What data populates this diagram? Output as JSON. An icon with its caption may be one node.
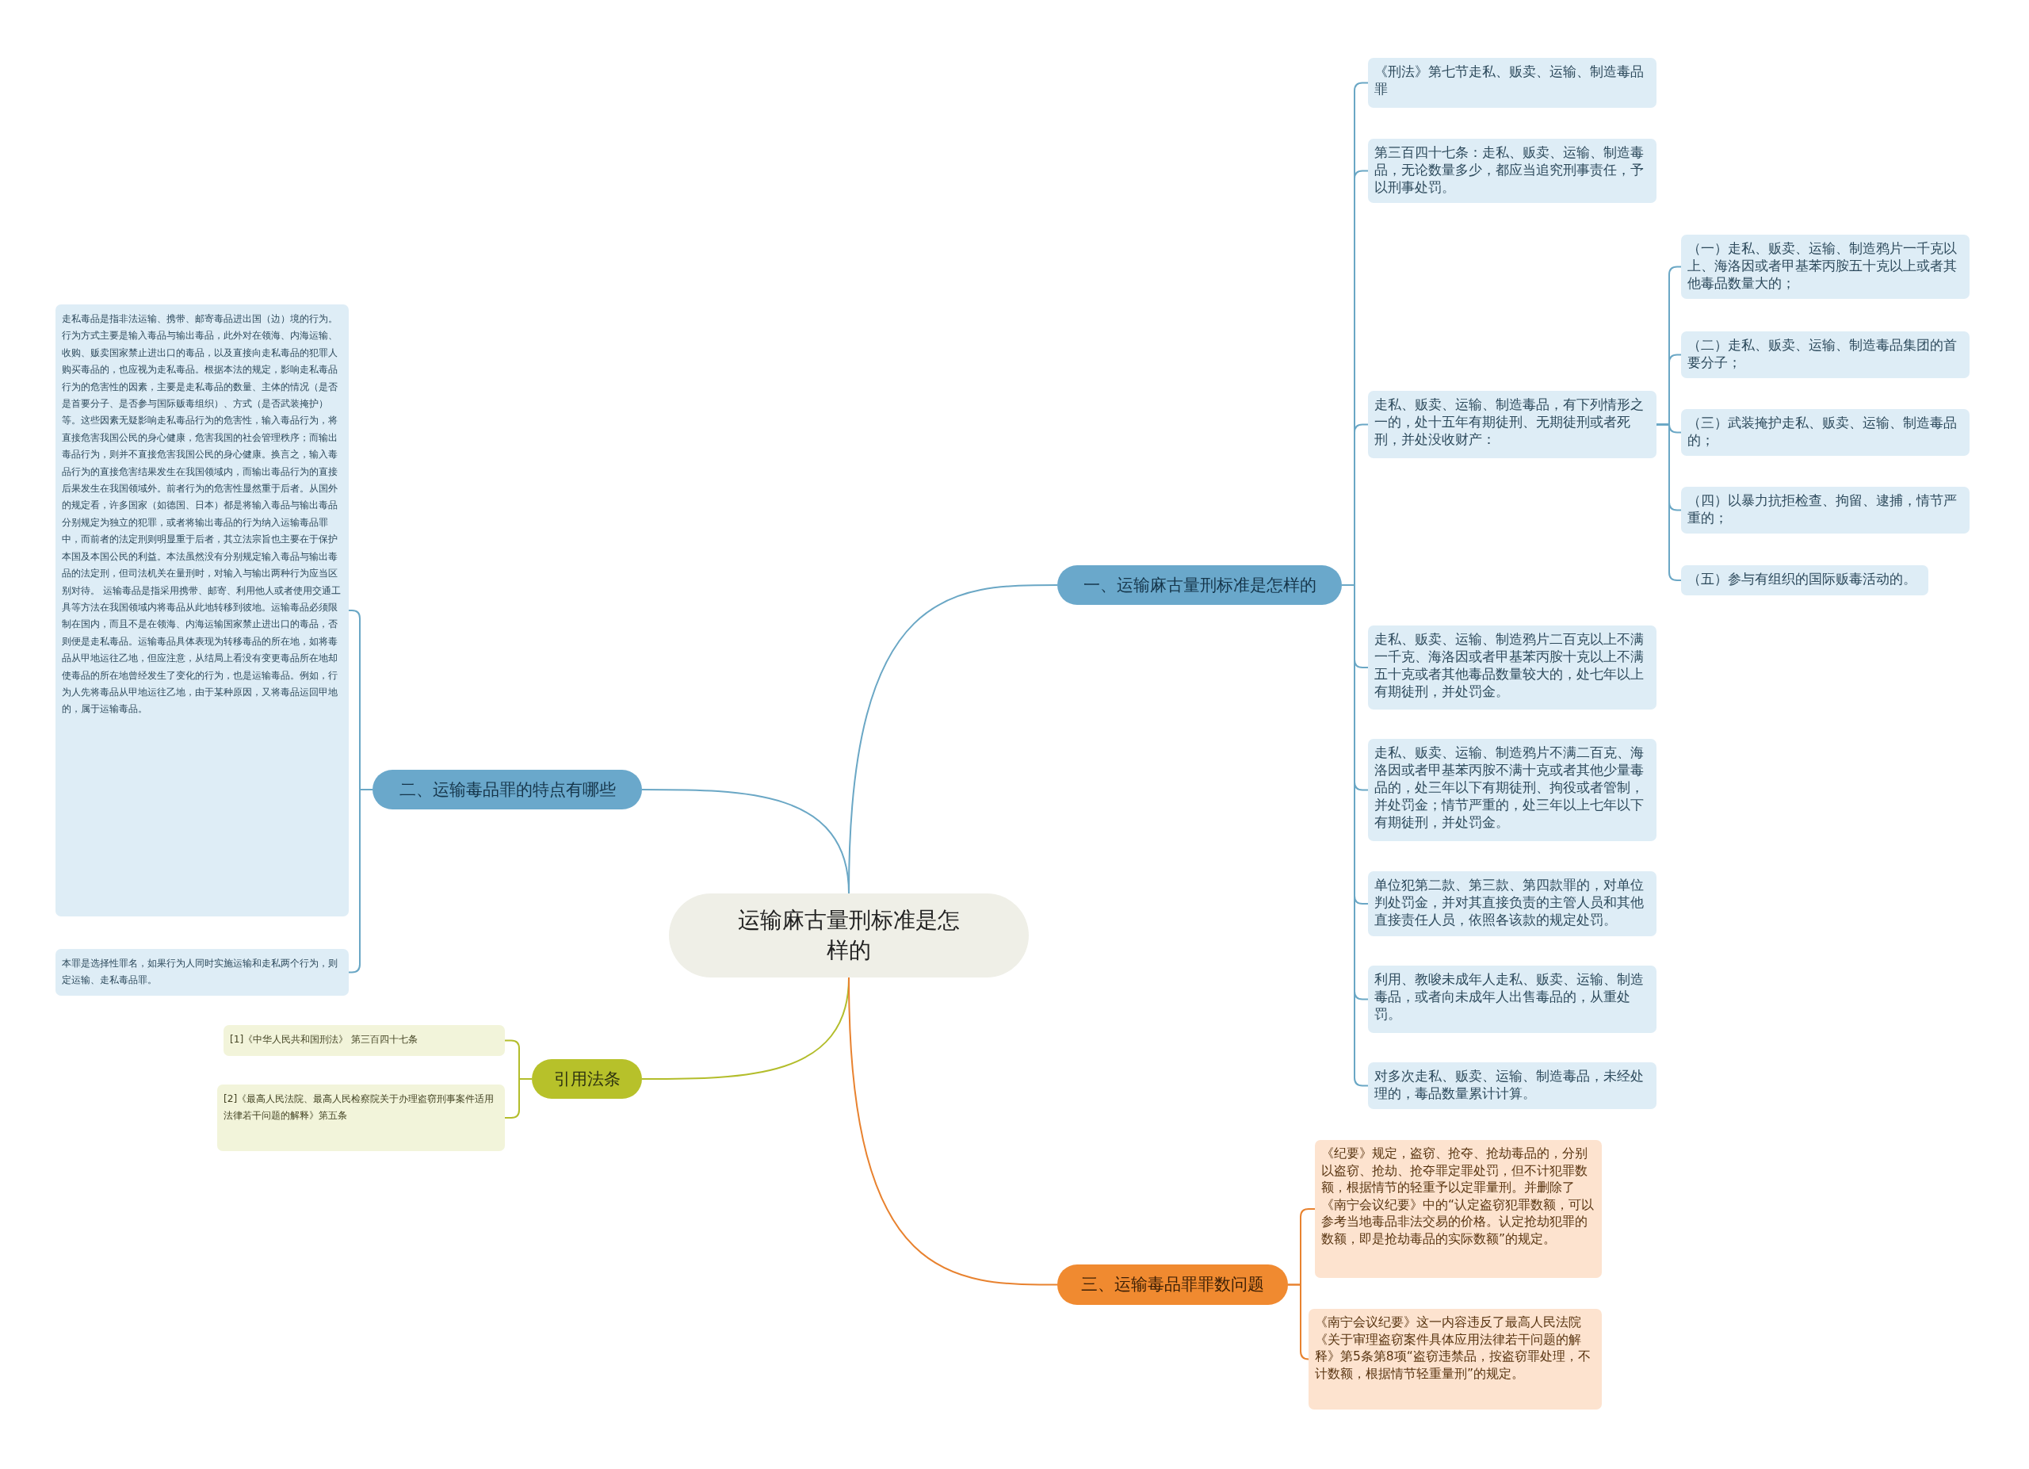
{
  "diagram": {
    "nodes": [
      {
        "text": [
          "运输麻古量刑标准是怎样的"
        ]
      },
      {
        "text": [
          "一、运输麻古量刑标准是怎样的"
        ]
      },
      {
        "text": [
          "《刑法》第七节走私、贩卖、运输、制造毒品罪"
        ]
      },
      {
        "text": [
          "第三百四十七条：走私、贩卖、运输、制造毒品，无论数量多少，都应当追究刑事责任，予以刑事处罚。"
        ]
      },
      {
        "text": [
          "走私、贩卖、运输、制造毒品，有下列情形之一的，处十五年有期徒刑、无期徒刑或者死刑，并处没收财产："
        ]
      },
      {
        "text": [
          "（一）走私、贩卖、运输、制造鸦片一千克以上、海洛因或者甲基苯丙胺五十克以上或者其他毒品数量大的；"
        ]
      },
      {
        "text": [
          "（二）走私、贩卖、运输、制造毒品集团的首要分子；"
        ]
      },
      {
        "text": [
          "（三）武装掩护走私、贩卖、运输、制造毒品的；"
        ]
      },
      {
        "text": [
          "（四）以暴力抗拒检查、拘留、逮捕，情节严重的；"
        ]
      },
      {
        "text": [
          "（五）参与有组织的国际贩毒活动的。"
        ]
      },
      {
        "text": [
          "走私、贩卖、运输、制造鸦片二百克以上不满一千克、海洛因或者甲基苯丙胺十克以上不满五十克或者其他毒品数量较大的，处七年以上有期徒刑，并处罚金。"
        ]
      },
      {
        "text": [
          "走私、贩卖、运输、制造鸦片不满二百克、海洛因或者甲基苯丙胺不满十克或者其他少量毒品的，处三年以下有期徒刑、拘役或者管制，并处罚金；情节严重的，处三年以上七年以下有期徒刑，并处罚金。"
        ]
      },
      {
        "text": [
          "单位犯第二款、第三款、第四款罪的，对单位判处罚金，并对其直接负责的主管人员和其他直接责任人员，依照各该款的规定处罚。"
        ]
      },
      {
        "text": [
          "利用、教唆未成年人走私、贩卖、运输、制造毒品，或者向未成年人出售毒品的，从重处罚。"
        ]
      },
      {
        "text": [
          "对多次走私、贩卖、运输、制造毒品，未经处理的，毒品数量累计计算。"
        ]
      },
      {
        "text": [
          "二、运输毒品罪的特点有哪些"
        ]
      },
      {
        "text": [
          "走私毒品是指非法运输、携带、邮寄毒品进出国（边）境的行为。行为方式主要是输入毒品与输出毒品，此外对在领海、内海运输、收购、贩卖国家禁止进出口的毒品，以及直接向走私毒品的犯罪人购买毒品的，也应视为走私毒品。根据本法的规定，影响走私毒品行为的危害性的因素，主要是走私毒品的数量、主体的情况（是否是首要分子、是否参与国际贩毒组织）、方式（是否武装掩护）等。这些因素无疑影响走私毒品行为的危害性，输入毒品行为，将直接危害我国公民的身心健康，危害我国的社会管理秩序；而输出毒品行为，则并不直接危害我国公民的身心健康。换言之，输入毒品行为的直接危害结果发生在我国领域内，而输出毒品行为的直接后果发生在我国领域外。前者行为的危害性显然重于后者。从国外的规定看，许多国家（如德国、日本）都是将输入毒品与输出毒品分别规定为独立的犯罪，或者将输出毒品的行为纳入运输毒品罪中，而前者的法定刑则明显重于后者，其立法宗旨也主要在于保护本国及本国公民的利益。本法虽然没有分别规定输入毒品与输出毒品的法定刑，但司法机关在量刑时，对输入与输出两种行为应当区别对待。 运输毒品是指采用携带、邮寄、利用他人或者使用交通工具等方法在我国领域内将毒品从此地转移到彼地。运输毒品必须限制在国内，而且不是在领海、内海运输国家禁止进出口的毒品，否则便是走私毒品。运输毒品具体表现为转移毒品的所在地，如将毒品从甲地运往乙地，但应注意，从结局上看没有变更毒品所在地却使毒品的所在地曾经发生了变化的行为，也是运输毒品。例如，行为人先将毒品从甲地运往乙地，由于某种原因，又将毒品运回甲地的，属于运输毒品。"
        ]
      },
      {
        "text": [
          "本罪是选择性罪名，如果行为人同时实施运输和走私两个行为，则定运输、走私毒品罪。"
        ]
      },
      {
        "text": [
          "引用法条"
        ]
      },
      {
        "text": [
          "[1]《中华人民共和国刑法》 第三百四十七条"
        ]
      },
      {
        "text": [
          "[2]《最高人民法院、最高人民检察院关于办理盗窃刑事案件适用法律若干问题的解释》第五条"
        ]
      },
      {
        "text": [
          "三、运输毒品罪罪数问题"
        ]
      },
      {
        "text": [
          "《纪要》规定，盗窃、抢夺、抢劫毒品的，分别以盗窃、抢劫、抢夺罪定罪处罚，但不计犯罪数额，根据情节的轻重予以定罪量刑。并删除了《南宁会议纪要》中的“认定盗窃犯罪数额，可以参考当地毒品非法交易的价格。认定抢劫犯罪的数额，即是抢劫毒品的实际数额”的规定。"
        ]
      },
      {
        "text": [
          "《南宁会议纪要》这一内容违反了最高人民法院《关于审理盗窃案件具体应用法律若干问题的解释》第5条第8项“盗窃违禁品，按盗窃罪处理，不计数额，根据情节轻重量刑”的规定。"
        ]
      }
    ],
    "edges": [
      {
        "from": 0,
        "to": 1,
        "arrow": "none"
      },
      {
        "from": 0,
        "to": 15,
        "arrow": "none"
      },
      {
        "from": 0,
        "to": 18,
        "arrow": "none",
        "color": "#b3bd2b"
      },
      {
        "from": 0,
        "to": 21,
        "arrow": "none",
        "color": "#e8822f"
      },
      {
        "from": 1,
        "to": 2,
        "arrow": "none"
      },
      {
        "from": 1,
        "to": 3,
        "arrow": "none"
      },
      {
        "from": 1,
        "to": 4,
        "arrow": "none"
      },
      {
        "from": 1,
        "to": 10,
        "arrow": "none"
      },
      {
        "from": 1,
        "to": 11,
        "arrow": "none"
      },
      {
        "from": 1,
        "to": 12,
        "arrow": "none"
      },
      {
        "from": 1,
        "to": 13,
        "arrow": "none"
      },
      {
        "from": 1,
        "to": 14,
        "arrow": "none"
      },
      {
        "from": 4,
        "to": 5,
        "arrow": "none"
      },
      {
        "from": 4,
        "to": 6,
        "arrow": "none"
      },
      {
        "from": 4,
        "to": 7,
        "arrow": "none"
      },
      {
        "from": 4,
        "to": 8,
        "arrow": "none"
      },
      {
        "from": 4,
        "to": 9,
        "arrow": "none"
      },
      {
        "from": 15,
        "to": 16,
        "arrow": "none"
      },
      {
        "from": 15,
        "to": 17,
        "arrow": "none"
      },
      {
        "from": 18,
        "to": 19,
        "arrow": "none",
        "color": "#b3bd2b"
      },
      {
        "from": 18,
        "to": 20,
        "arrow": "none",
        "color": "#b3bd2b"
      },
      {
        "from": 21,
        "to": 22,
        "arrow": "none",
        "color": "#e8822f"
      },
      {
        "from": 21,
        "to": 23,
        "arrow": "none",
        "color": "#e8822f"
      }
    ]
  }
}
